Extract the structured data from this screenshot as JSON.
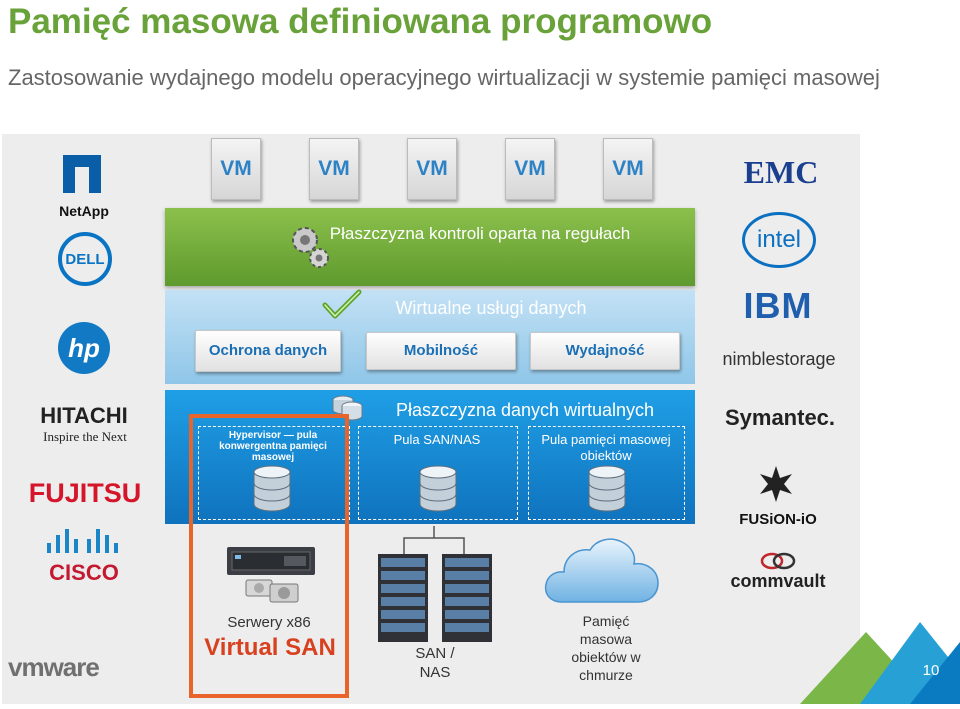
{
  "slide": {
    "title": "Pamięć masowa definiowana programowo",
    "subtitle": "Zastosowanie wydajnego modelu operacyjnego wirtualizacji w systemie pamięci masowej",
    "page_number": "10"
  },
  "vm_labels": [
    "VM",
    "VM",
    "VM",
    "VM",
    "VM"
  ],
  "control_plane": {
    "text": "Płaszczyzna kontroli oparta na regułach",
    "icon": "gear-icon"
  },
  "data_services": {
    "title": "Wirtualne usługi danych",
    "buttons": [
      "Ochrona danych",
      "Mobilność",
      "Wydajność"
    ],
    "icon": "checkmark-icon"
  },
  "data_plane": {
    "title": "Płaszczyzna danych wirtualnych",
    "pools": [
      "Hypervisor — pula konwergentna pamięci masowej",
      "Pula SAN/NAS",
      "Pula pamięci masowej obiektów"
    ],
    "icon": "database-icon"
  },
  "bottom": {
    "servers_label": "Serwery x86",
    "virtual_san": "Virtual SAN",
    "san_nas": "SAN / NAS",
    "cloud": "Pamięć masowa obiektów w chmurze"
  },
  "left_logos": [
    "NetApp",
    "DELL",
    "hp",
    "HITACHI",
    "Inspire the Next",
    "FUJITSU",
    "CISCO"
  ],
  "right_logos": [
    "EMC",
    "intel",
    "IBM",
    "nimblestorage",
    "Symantec.",
    "FUSiON-iO",
    "commvault"
  ],
  "footer_logo": "vmware",
  "colors": {
    "title_green": "#6aa23a",
    "control_green": "#6fa83a",
    "light_blue": "#a9d4f0",
    "dark_blue": "#1586d4",
    "highlight_orange": "#e8642a",
    "virtual_san_red": "#d8411f",
    "btn_text_blue": "#1a6fb5"
  }
}
